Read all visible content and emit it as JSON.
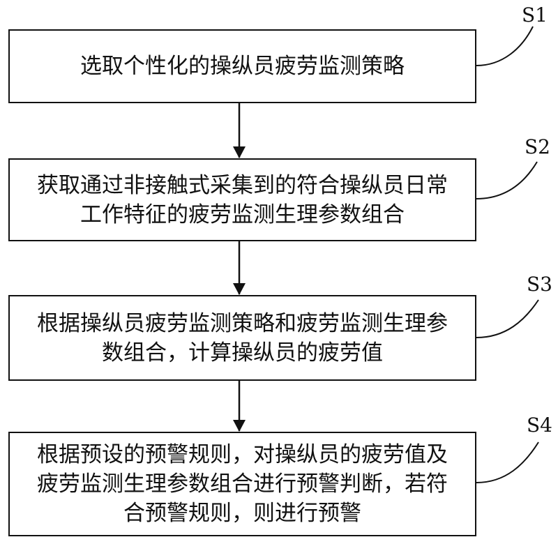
{
  "steps": [
    {
      "label": "S1",
      "text": "选取个性化的操纵员疲劳监测策略"
    },
    {
      "label": "S2",
      "text": "获取通过非接触式采集到的符合操纵员日常\n工作特征的疲劳监测生理参数组合"
    },
    {
      "label": "S3",
      "text": "根据操纵员疲劳监测策略和疲劳监测生理参\n数组合，计算操纵员的疲劳值"
    },
    {
      "label": "S4",
      "text": "根据预设的预警规则，对操纵员的疲劳值及\n疲劳监测生理参数组合进行预警判断，若符\n合预警规则，则进行预警"
    }
  ]
}
